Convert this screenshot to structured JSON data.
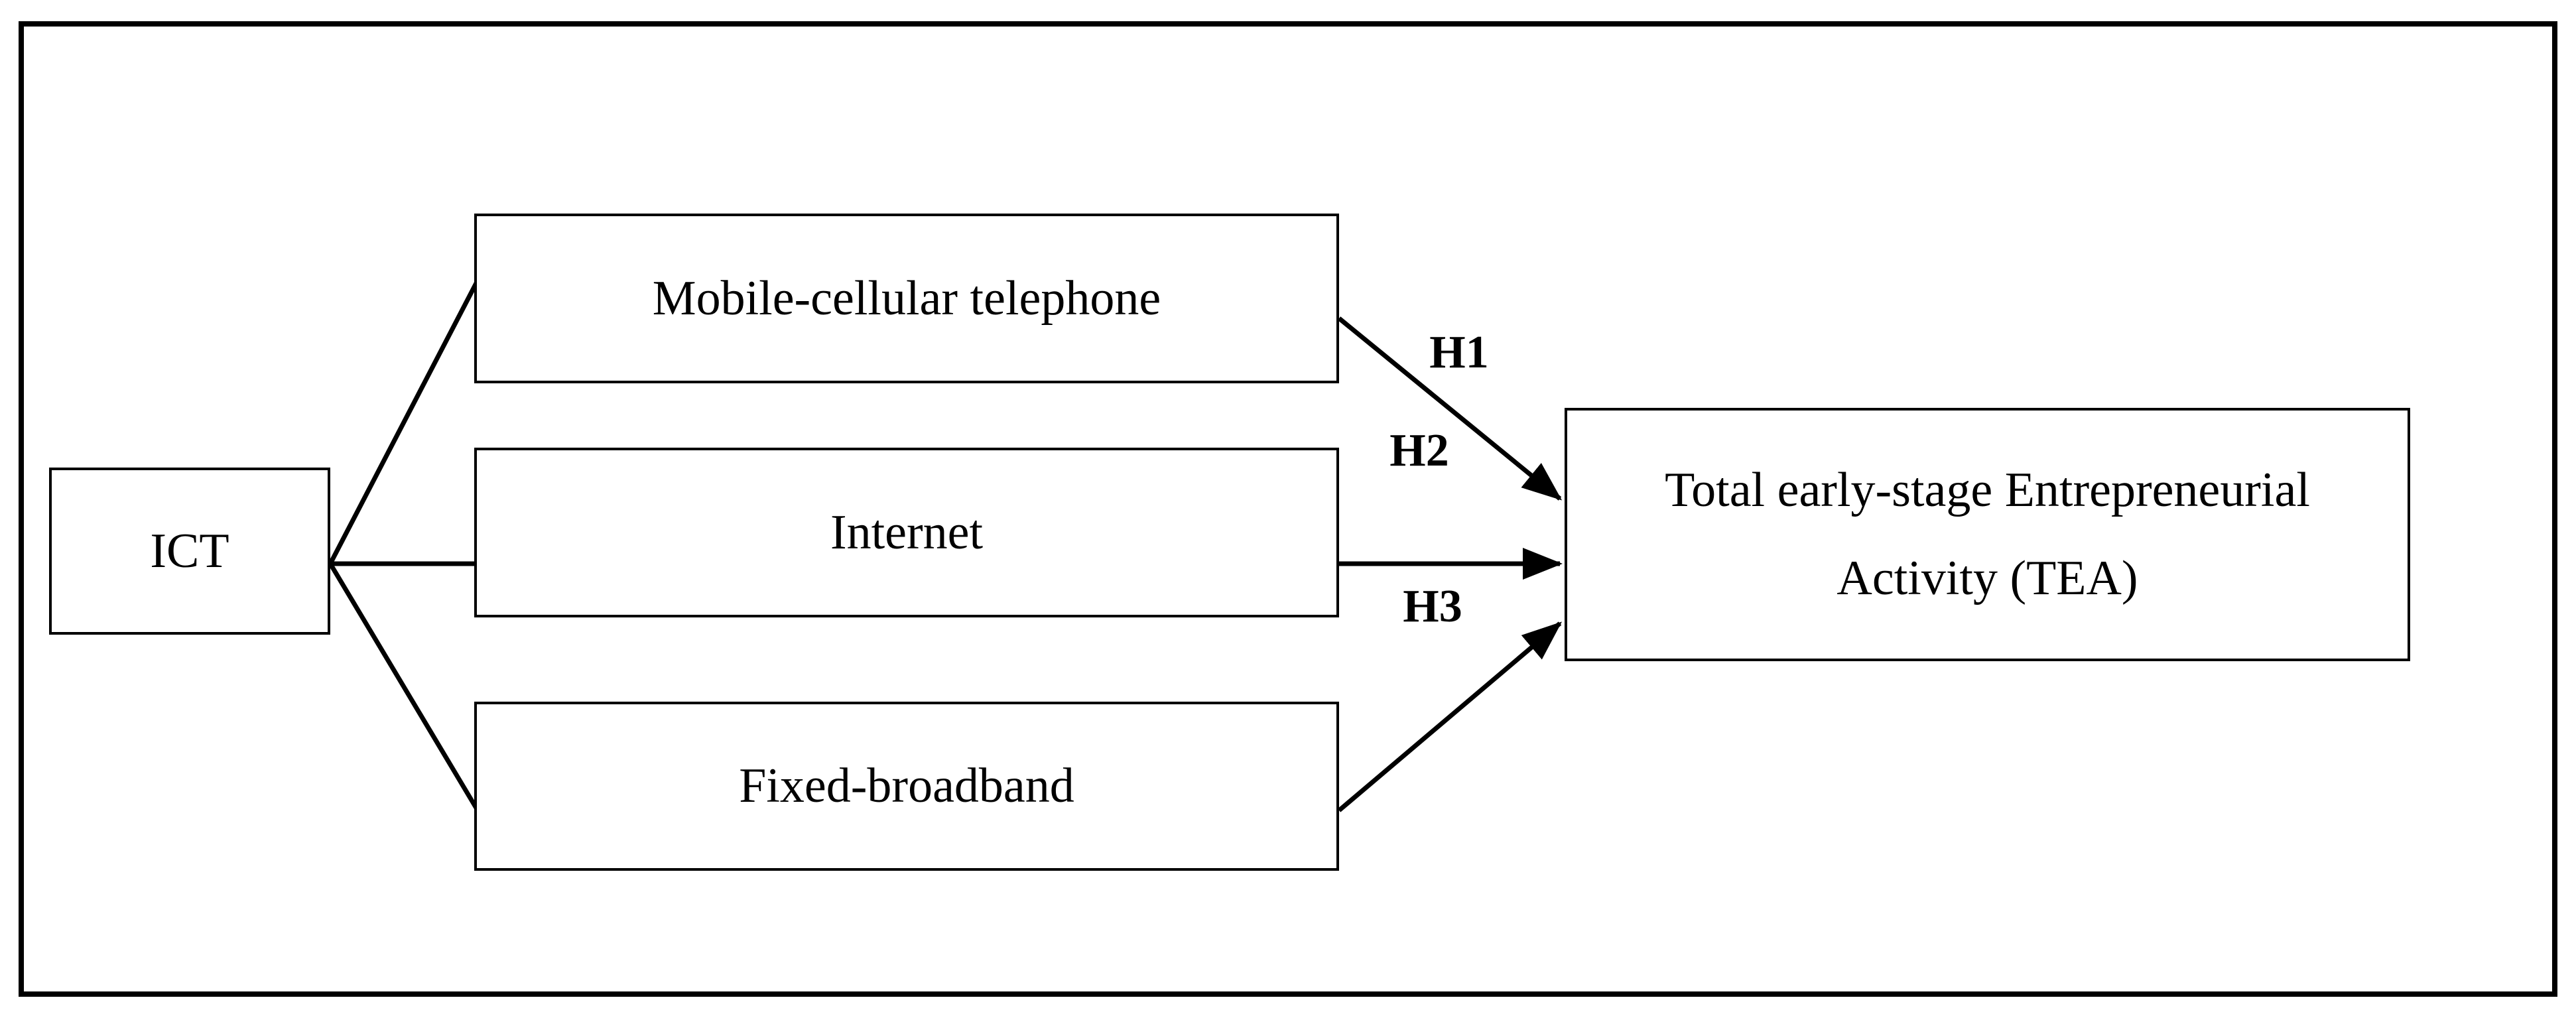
{
  "figure": {
    "type": "conceptual-model-diagram",
    "background_color": "#ffffff",
    "stroke_color": "#000000"
  },
  "nodes": {
    "ict": {
      "label": "ICT"
    },
    "mobile": {
      "label": "Mobile-cellular telephone"
    },
    "internet": {
      "label": "Internet"
    },
    "fixed_broadband": {
      "label": "Fixed-broadband"
    },
    "tea": {
      "label_line1": "Total early-stage Entrepreneurial",
      "label_line2": "Activity (TEA)"
    }
  },
  "links": {
    "fan": [
      {
        "from": "ICT",
        "to": "Mobile-cellular telephone"
      },
      {
        "from": "ICT",
        "to": "Internet"
      },
      {
        "from": "ICT",
        "to": "Fixed-broadband"
      }
    ],
    "hypotheses": [
      {
        "id": "H1",
        "from": "Mobile-cellular telephone",
        "to": "Total early-stage Entrepreneurial Activity (TEA)"
      },
      {
        "id": "H2",
        "from": "Internet",
        "to": "Total early-stage Entrepreneurial Activity (TEA)"
      },
      {
        "id": "H3",
        "from": "Fixed-broadband",
        "to": "Total early-stage Entrepreneurial Activity (TEA)"
      }
    ]
  }
}
